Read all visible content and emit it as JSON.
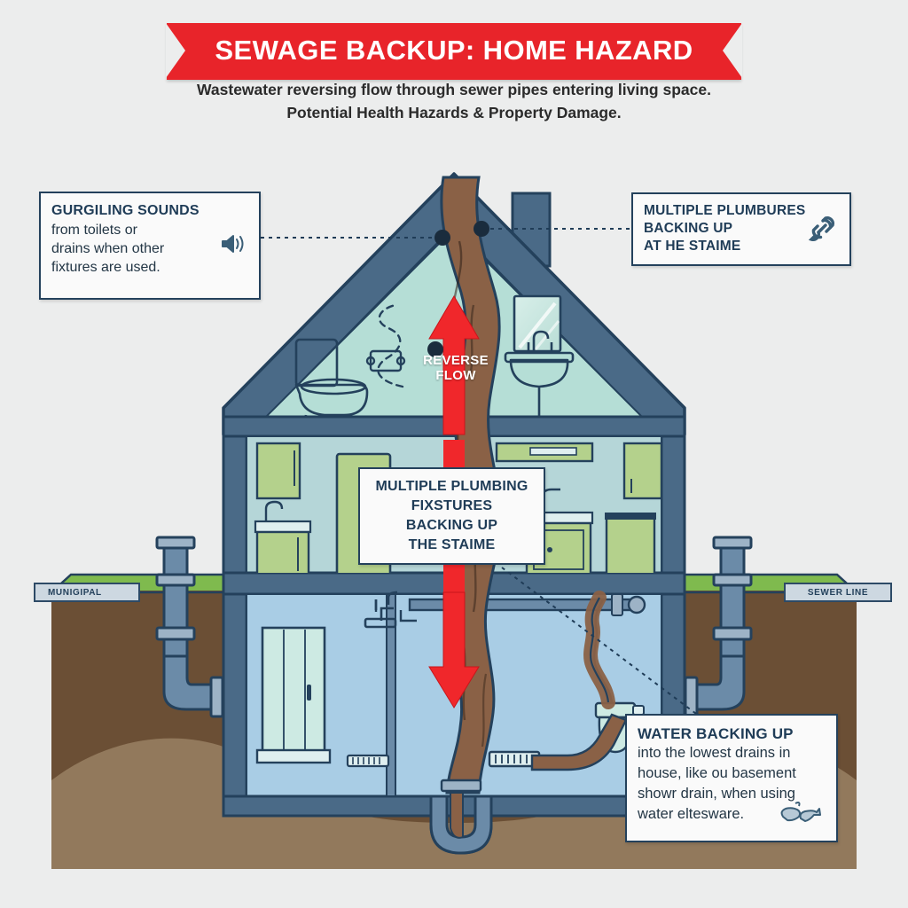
{
  "header": {
    "title": "SEWAGE BACKUP: HOME HAZARD",
    "subtitle_line1": "Wastewater reversing flow through sewer pipes entering living space.",
    "subtitle_line2": "Potential Health Hazards & Property Damage."
  },
  "colors": {
    "background": "#eceded",
    "banner_red": "#e8242a",
    "arrow_red": "#f0272b",
    "outline_navy": "#24415c",
    "house_frame": "#4a6a87",
    "attic_wall": "#b5ded6",
    "mid_wall": "#b5d6d8",
    "basement_wall": "#a9cde5",
    "cabinet_green": "#b4d18c",
    "grass_green": "#7fba4e",
    "soil_upper": "#6b4f35",
    "soil_lower": "#92795c",
    "sewage_brown": "#8a6146",
    "pipe_blue": "#6b8ba8"
  },
  "callouts": [
    {
      "id": "gurgling-sounds",
      "heading": "GURGILING SOUNDS",
      "body_lines": [
        "from toilets or",
        "drains when other",
        "fixtures are used."
      ],
      "icon": "speaker-icon"
    },
    {
      "id": "multiple-fixtures",
      "heading_lines": [
        "MULTIPLE PLUMBURES",
        "BACKING UP",
        "AT HE STAIME"
      ],
      "icon": "link-icon"
    },
    {
      "id": "center-notice",
      "heading_lines": [
        "MULTIPLE PLUMBING",
        "FIXSTURES",
        "BACKING UP",
        "THE STAIME"
      ]
    },
    {
      "id": "water-backing-up",
      "heading": "WATER BACKING UP",
      "body_lines": [
        "into the lowest drains in",
        "house, like ou basement",
        "showr drain, when using",
        "water eltesware."
      ],
      "icon": "puddle-icon"
    }
  ],
  "diagram": {
    "flow_label_line1": "REVERSE",
    "flow_label_line2": "FLOW",
    "pipe_label_left": "MUNIGIPAL",
    "pipe_label_right": "SEWER LINE"
  }
}
